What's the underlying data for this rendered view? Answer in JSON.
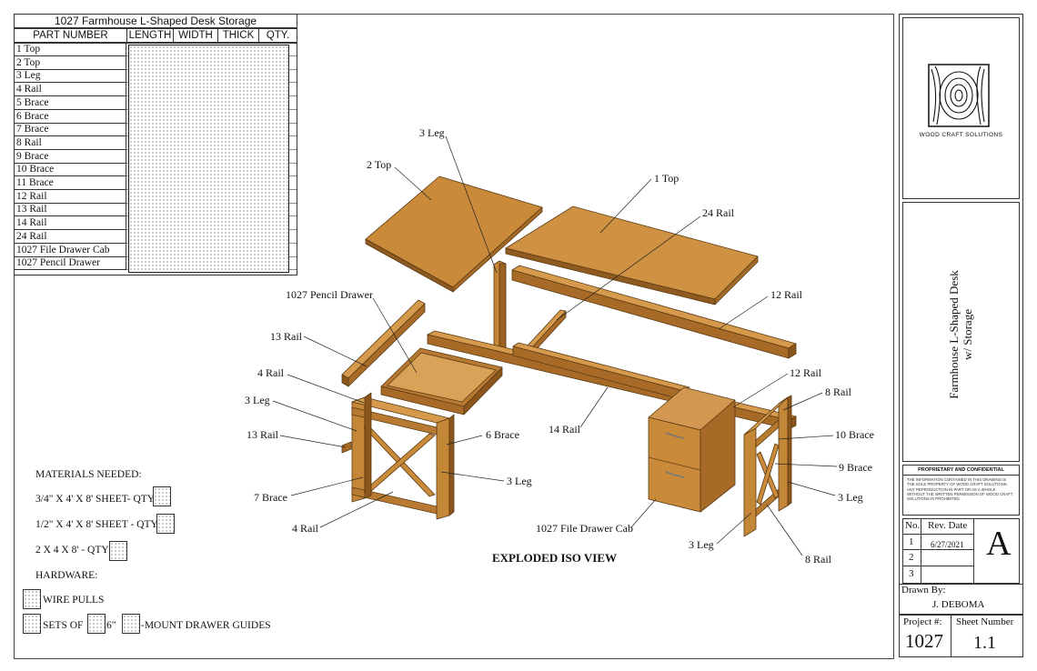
{
  "cut_list": {
    "title": "1027 Farmhouse L-Shaped Desk Storage",
    "headers": [
      "PART NUMBER",
      "LENGTH",
      "WIDTH",
      "THICK",
      "QTY."
    ],
    "rows": [
      "1 Top",
      "2 Top",
      "3 Leg",
      "4 Rail",
      "5 Brace",
      "6 Brace",
      "7 Brace",
      "8 Rail",
      "9 Brace",
      "10 Brace",
      "11 Brace",
      "12 Rail",
      "13 Rail",
      "14 Rail",
      "24 Rail",
      "1027 File Drawer Cab",
      "1027 Pencil Drawer"
    ]
  },
  "callouts": {
    "leg_top": "3 Leg",
    "top2": "2 Top",
    "top1": "1 Top",
    "rail24": "24 Rail",
    "pencil_drawer": "1027 Pencil Drawer",
    "rail12_right": "12 Rail",
    "rail13_upper": "13 Rail",
    "rail4_upper": "4 Rail",
    "leg_left": "3 Leg",
    "rail13_lower": "13 Rail",
    "brace6": "6 Brace",
    "leg_front": "3 Leg",
    "brace7": "7 Brace",
    "rail4_lower": "4 Rail",
    "rail14": "14 Rail",
    "rail12_center": "12 Rail",
    "rail8_upper": "8 Rail",
    "brace10": "10 Brace",
    "brace9": "9 Brace",
    "leg_right": "3 Leg",
    "file_drawer_cab": "1027 File Drawer Cab",
    "leg_bottom": "3 Leg",
    "rail8_lower": "8 Rail",
    "view_title": "EXPLODED ISO VIEW"
  },
  "materials": {
    "heading": "MATERIALS NEEDED:",
    "line1": "3/4\" X 4' X 8' SHEET- QTY",
    "line2": "1/2\" X 4' X 8' SHEET - QTY",
    "line3": "2 X 4 X 8' - QTY",
    "hardware": "HARDWARE:",
    "wire_pulls": "WIRE PULLS",
    "sets_of": "SETS OF",
    "size_mark": "6\"",
    "guides": "-MOUNT DRAWER GUIDES"
  },
  "title_block": {
    "company": "WOOD CRAFT SOLUTIONS",
    "project_name": "Farmhouse L-Shaped Desk w/ Storage",
    "confidential_heading": "PROPRIETARY AND CONFIDENTIAL",
    "confidential_text": "THE INFORMATION CONTAINED IN THIS DRAWING IS THE SOLE PROPERTY OF WOOD CRAFT SOLUTIONS. ANY REPRODUCTION IN PART OR AS A WHOLE WITHOUT THE WRITTEN PERMISSION OF WOOD CRAFT SOLUTIONS IS PROHIBITED.",
    "rev_no_label": "No.",
    "rev_date_label": "Rev. Date",
    "revisions": [
      {
        "no": "1",
        "date": "6/27/2021"
      },
      {
        "no": "2",
        "date": ""
      },
      {
        "no": "3",
        "date": ""
      }
    ],
    "rev_letter": "A",
    "drawn_by_label": "Drawn By:",
    "drawn_by": "J. DEBOMA",
    "project_label": "Project #:",
    "project_number": "1027",
    "sheet_label": "Sheet Number",
    "sheet_number": "1.1"
  },
  "colors": {
    "wood": "#c98a3a",
    "wood_dark": "#9c6524",
    "wood_light": "#dba25a"
  }
}
